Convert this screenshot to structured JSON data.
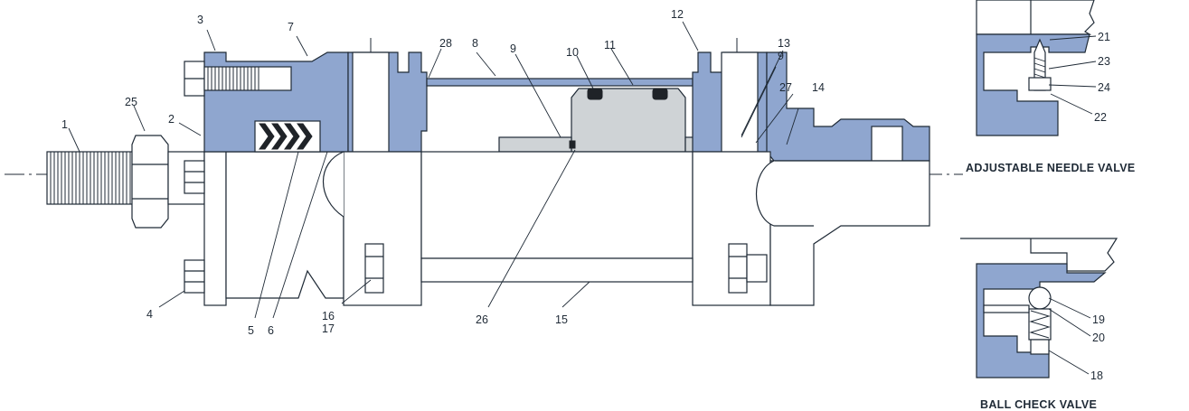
{
  "callouts": {
    "c1": "1",
    "c2": "2",
    "c3": "3",
    "c4": "4",
    "c5": "5",
    "c6": "6",
    "c7": "7",
    "c8": "8",
    "c9a": "9",
    "c9b": "9",
    "c10": "10",
    "c11": "11",
    "c12": "12",
    "c13": "13",
    "c14": "14",
    "c15": "15",
    "c16": "16",
    "c17": "17",
    "c18": "18",
    "c19": "19",
    "c20": "20",
    "c21": "21",
    "c22": "22",
    "c23": "23",
    "c24": "24",
    "c25": "25",
    "c26": "26",
    "c27": "27",
    "c28": "28"
  },
  "captions": {
    "adjustable_needle_valve": "ADJUSTABLE NEEDLE VALVE",
    "ball_check_valve": "BALL CHECK VALVE"
  },
  "colors": {
    "section_fill": "#8fa6cf",
    "piston_fill": "#cfd3d6",
    "line": "#1f2a36"
  }
}
